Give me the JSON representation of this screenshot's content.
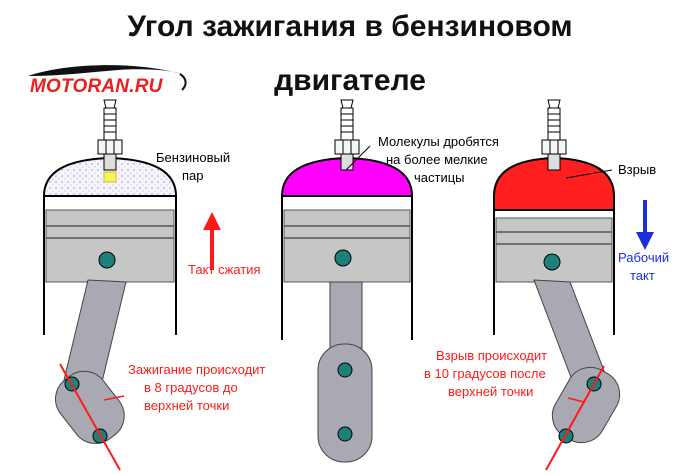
{
  "title": {
    "line1": "Угол зажигания в бензиновом",
    "line2": "двигателе"
  },
  "logo": {
    "text": "MOTORAN.RU",
    "color": "#e8201e"
  },
  "panels": [
    {
      "vapor_label": [
        "Бензиновый",
        "пар"
      ],
      "stroke_label": "Такт сжатия",
      "arrow_direction": "up",
      "ignition_note": [
        "Зажигание происходит",
        "в 8 градусов до",
        "верхней точки"
      ],
      "chamber_fill": "#f4f2ff"
    },
    {
      "molecule_label": [
        "Молекулы дробятся",
        "на более мелкие",
        "частицы"
      ],
      "chamber_fill": "#ff00ff"
    },
    {
      "explosion_label": "Взрыв",
      "stroke_label": [
        "Рабочий",
        "такт"
      ],
      "arrow_direction": "down",
      "explosion_note": [
        "Взрыв происходит",
        "в 10 градусов после",
        "верхней точки"
      ],
      "chamber_fill": "#ff1f1f"
    }
  ],
  "colors": {
    "annotation_red": "#ff1a1a",
    "annotation_blue": "#1b2fd8",
    "piston_gray": "#c6c6c6",
    "pin_teal": "#1f7f7a"
  }
}
